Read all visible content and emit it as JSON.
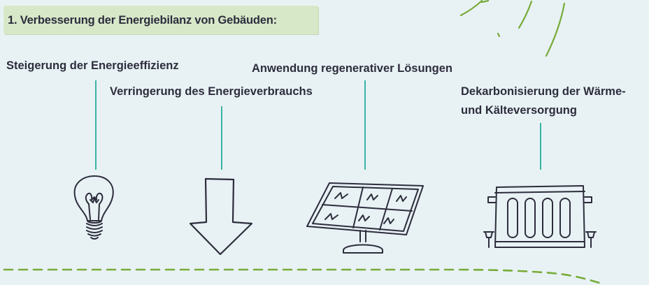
{
  "heading": "1. Verbesserung der Energiebilanz von Gebäuden:",
  "measures": [
    {
      "label": "Steigerung der Energieeffizienz",
      "icon": "light-bulb-icon"
    },
    {
      "label": "Verringerung des Energieverbrauchs",
      "icon": "down-arrow-icon"
    },
    {
      "label": "Anwendung regenerativer Lösungen",
      "icon": "solar-panel-icon"
    },
    {
      "label_line1": "Dekarbonisierung der Wärme-",
      "label_line2": "und Kälteversorgung",
      "icon": "radiator-icon"
    }
  ],
  "colors": {
    "background": "#e8f2f5",
    "heading_highlight": "#d7e8c9",
    "connector": "#3bb3a3",
    "accent_green": "#78ab37",
    "text": "#2d2d3c"
  }
}
